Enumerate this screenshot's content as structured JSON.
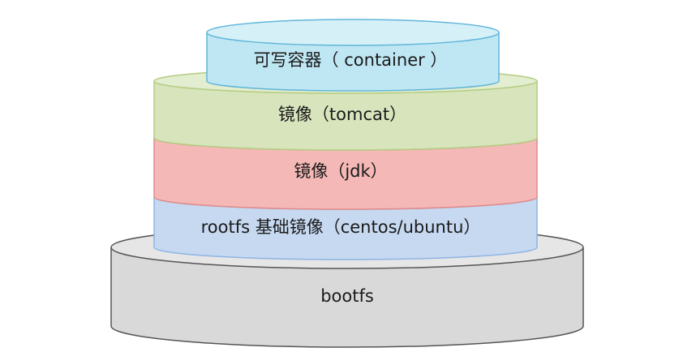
{
  "layers": [
    {
      "id": "bootfs",
      "label": "bootfs",
      "fill": "#d9d9d9",
      "top_fill": "#e6e6e6",
      "stroke": "#555555"
    },
    {
      "id": "rootfs",
      "label": "rootfs 基础镜像（centos/ubuntu）",
      "fill": "#c6d9f1",
      "top_fill": "#dbe6f6",
      "stroke": "#8eb4e3"
    },
    {
      "id": "jdk",
      "label": "镜像（jdk）",
      "fill": "#f4b8b6",
      "top_fill": "#f7cac8",
      "stroke": "#e08a88"
    },
    {
      "id": "tomcat",
      "label": "镜像（tomcat）",
      "fill": "#d7e4bc",
      "top_fill": "#e3edcf",
      "stroke": "#b3cc82"
    },
    {
      "id": "container",
      "label": "可写容器（ container ）",
      "fill": "#bfe6f3",
      "top_fill": "#d6f0f8",
      "stroke": "#5fb6d9"
    }
  ]
}
